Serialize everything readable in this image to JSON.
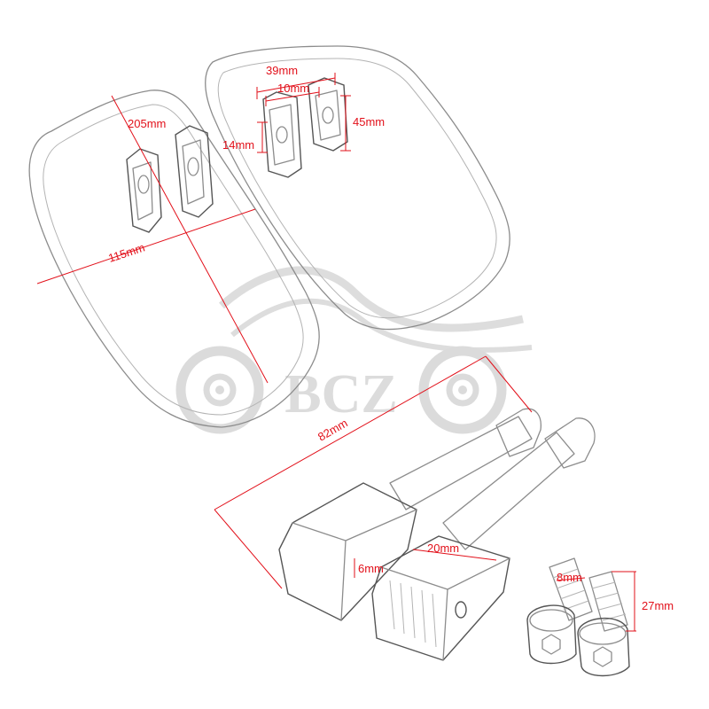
{
  "colors": {
    "dimension": "#e2101a",
    "sketch": "#8c8c8c",
    "watermark": "#d9d9d9",
    "background": "#ffffff"
  },
  "watermark": {
    "logo": "motorcycle-swoosh-logo",
    "text": "BCZ"
  },
  "dimensions": {
    "pedal_length": "205mm",
    "pedal_width": "115mm",
    "bracket_width": "39mm",
    "bracket_slot": "10mm",
    "bracket_height": "45mm",
    "bracket_tab": "14mm",
    "peg_length": "82mm",
    "mount_width": "20mm",
    "mount_hole": "6mm",
    "bolt_diameter": "8mm",
    "bolt_length": "27mm"
  }
}
